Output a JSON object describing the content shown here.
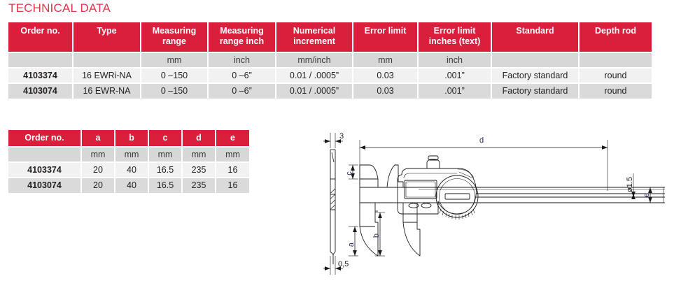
{
  "page": {
    "title": "TECHNICAL DATA",
    "accent_color": "#da1f3d",
    "title_color": "#e2344b",
    "header_text_color": "#ffffff",
    "unit_row_bg": "#d7d7d7",
    "row_a_bg": "#f1f1f1",
    "row_b_bg": "#dadada"
  },
  "spec_table": {
    "headers": [
      "Order no.",
      "Type",
      "Measuring range",
      "Measuring range inch",
      "Numerical increment",
      "Error limit",
      "Error limit inches (text)",
      "Standard",
      "Depth rod"
    ],
    "units": [
      "",
      "",
      "mm",
      "inch",
      "mm/inch",
      "mm",
      "inch",
      "",
      ""
    ],
    "rows": [
      [
        "4103374",
        "16 EWRi-NA",
        "0 –150",
        "0 –6”",
        "0.01 / .0005”",
        "0.03",
        ".001”",
        "Factory standard",
        "round"
      ],
      [
        "4103074",
        "16 EWR-NA",
        "0 –150",
        "0 –6”",
        "0.01 / .0005”",
        "0.03",
        ".001”",
        "Factory standard",
        "round"
      ]
    ]
  },
  "dimension_table": {
    "headers": [
      "Order no.",
      "a",
      "b",
      "c",
      "d",
      "e"
    ],
    "units": [
      "",
      "mm",
      "mm",
      "mm",
      "mm",
      "mm"
    ],
    "rows": [
      [
        "4103374",
        "20",
        "40",
        "16.5",
        "235",
        "16"
      ],
      [
        "4103074",
        "20",
        "40",
        "16.5",
        "235",
        "16"
      ]
    ]
  },
  "drawing": {
    "name": "digital-caliper-dimension-drawing",
    "labels": {
      "d": "d",
      "a": "a",
      "b": "b",
      "c": "c",
      "e": "e",
      "thickness_top": "3",
      "thickness_bottom": "0,5",
      "rod_diameter": "ø1.5"
    }
  }
}
